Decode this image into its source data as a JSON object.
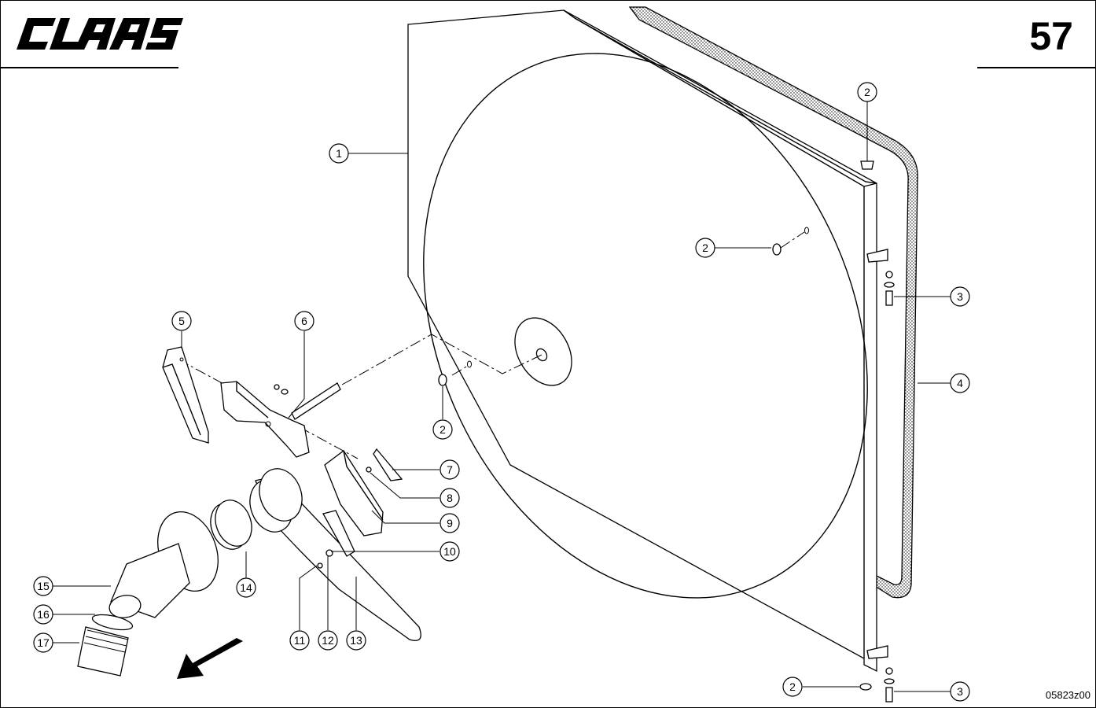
{
  "header": {
    "brand": "CLAAS",
    "page_number": "57"
  },
  "footer": {
    "drawing_id": "05823z00"
  },
  "callouts": [
    {
      "id": "c1a",
      "label": "1"
    },
    {
      "id": "c2a",
      "label": "2"
    },
    {
      "id": "c2b",
      "label": "2"
    },
    {
      "id": "c2c",
      "label": "2"
    },
    {
      "id": "c2d",
      "label": "2"
    },
    {
      "id": "c3a",
      "label": "3"
    },
    {
      "id": "c3b",
      "label": "3"
    },
    {
      "id": "c4a",
      "label": "4"
    },
    {
      "id": "c5a",
      "label": "5"
    },
    {
      "id": "c6a",
      "label": "6"
    },
    {
      "id": "c7a",
      "label": "7"
    },
    {
      "id": "c8a",
      "label": "8"
    },
    {
      "id": "c9a",
      "label": "9"
    },
    {
      "id": "c10a",
      "label": "10"
    },
    {
      "id": "c11a",
      "label": "11"
    },
    {
      "id": "c12a",
      "label": "12"
    },
    {
      "id": "c13a",
      "label": "13"
    },
    {
      "id": "c14a",
      "label": "14"
    },
    {
      "id": "c15a",
      "label": "15"
    },
    {
      "id": "c16a",
      "label": "16"
    },
    {
      "id": "c17a",
      "label": "17"
    }
  ]
}
